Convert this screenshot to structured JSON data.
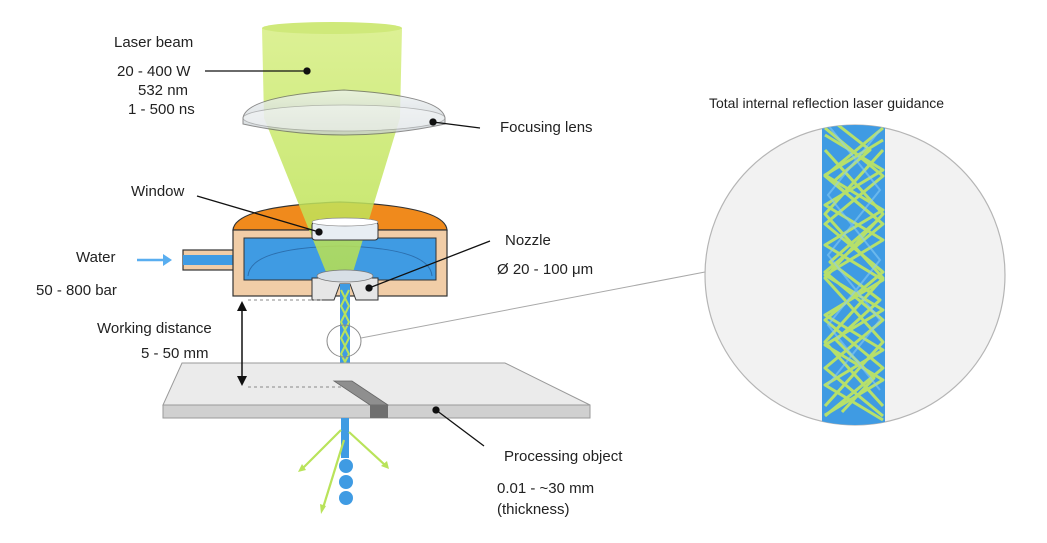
{
  "labels": {
    "laser_beam": "Laser beam",
    "power": "20 - 400 W",
    "wavelength": "532 nm",
    "pulse": "1 - 500 ns",
    "focusing_lens": "Focusing lens",
    "window": "Window",
    "water": "Water",
    "water_pressure": "50 - 800 bar",
    "nozzle": "Nozzle",
    "nozzle_diameter": "Ø 20 - 100 μm",
    "working_distance": "Working distance",
    "working_distance_range": "5 - 50 mm",
    "processing_object": "Processing object",
    "thickness_range": "0.01 - ~30 mm",
    "thickness_note": "(thickness)",
    "tir_title": "Total internal reflection laser guidance"
  },
  "colors": {
    "laser_green": "#c8e86a",
    "water_blue": "#3f9be3",
    "housing_orange": "#f08a1c",
    "housing_tan": "#f1cda7",
    "plate_grey": "#dcdcdc"
  }
}
